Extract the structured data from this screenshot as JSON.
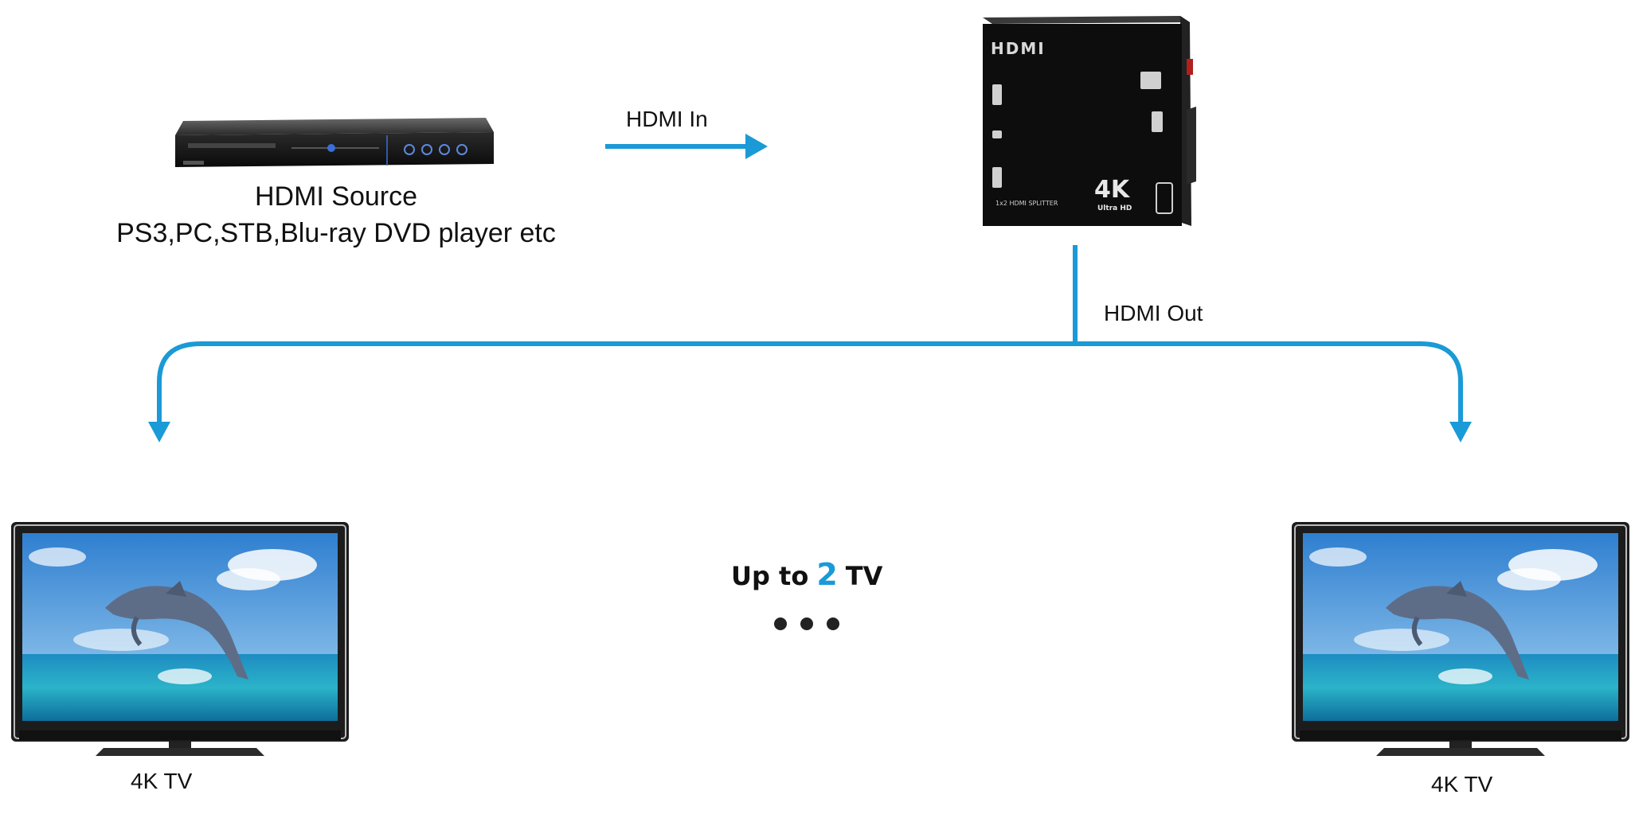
{
  "source": {
    "title": "HDMI Source",
    "description": "PS3,PC,STB,Blu-ray DVD player etc"
  },
  "connections": {
    "input_label": "HDMI  In",
    "output_label": "HDMI Out",
    "line_color": "#1a9ad6"
  },
  "splitter": {
    "brand": "HDMI",
    "model_text": "1x2 HDMI SPLITTER",
    "badge": "4K",
    "badge_sub": "Ultra HD"
  },
  "caption": {
    "prefix": "Up to",
    "count": "2",
    "suffix": "TV",
    "count_color": "#1a9ad6"
  },
  "displays": [
    {
      "label": "4K TV"
    },
    {
      "label": "4K TV"
    }
  ]
}
